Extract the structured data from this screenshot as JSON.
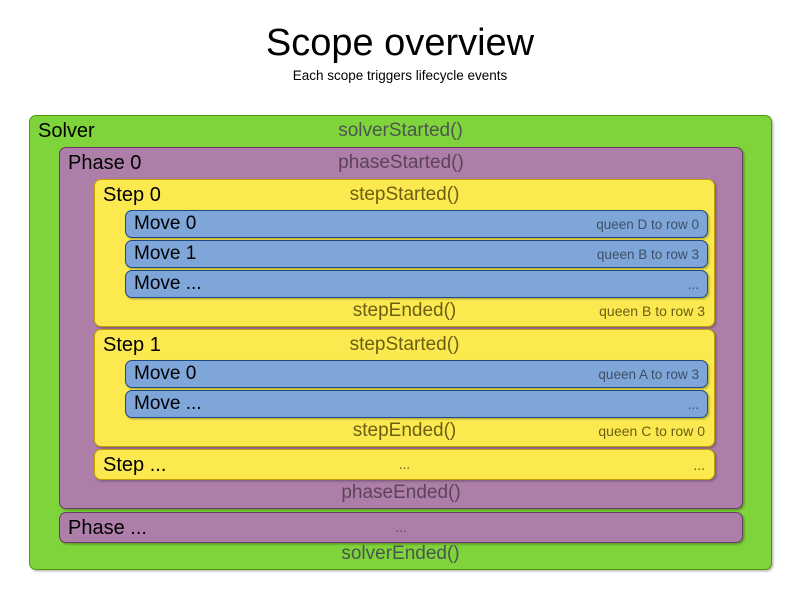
{
  "header": {
    "title": "Scope overview",
    "subtitle": "Each scope triggers lifecycle events"
  },
  "colors": {
    "solver_green": "#7FD43B",
    "solver_green_border": "#4e9a06",
    "phase_purple": "#AD7FA8",
    "phase_purple_border": "#6b3a66",
    "step_yellow": "#FCE94F",
    "step_yellow_border": "#c4a000",
    "move_blue": "#7EA6D8",
    "move_blue_border": "#204a87",
    "event_text": "#555753",
    "label_text": "#000000",
    "background": "#ffffff"
  },
  "solver": {
    "label": "Solver",
    "started_event": "solverStarted()",
    "ended_event": "solverEnded()",
    "phases": [
      {
        "label": "Phase 0",
        "started_event": "phaseStarted()",
        "ended_event": "phaseEnded()",
        "steps": [
          {
            "label": "Step 0",
            "started_event": "stepStarted()",
            "ended_event": "stepEnded()",
            "ended_detail": "queen B to row 3",
            "moves": [
              {
                "label": "Move 0",
                "detail": "queen D to row 0"
              },
              {
                "label": "Move 1",
                "detail": "queen B to row 3"
              },
              {
                "label": "Move ...",
                "detail": "..."
              }
            ]
          },
          {
            "label": "Step 1",
            "started_event": "stepStarted()",
            "ended_event": "stepEnded()",
            "ended_detail": "queen C to row 0",
            "moves": [
              {
                "label": "Move 0",
                "detail": "queen A to row 3"
              },
              {
                "label": "Move ...",
                "detail": "..."
              }
            ]
          },
          {
            "label": "Step ...",
            "started_event": "...",
            "started_detail": "...",
            "moves": []
          }
        ]
      },
      {
        "label": "Phase ...",
        "started_event": "...",
        "steps": []
      }
    ]
  }
}
